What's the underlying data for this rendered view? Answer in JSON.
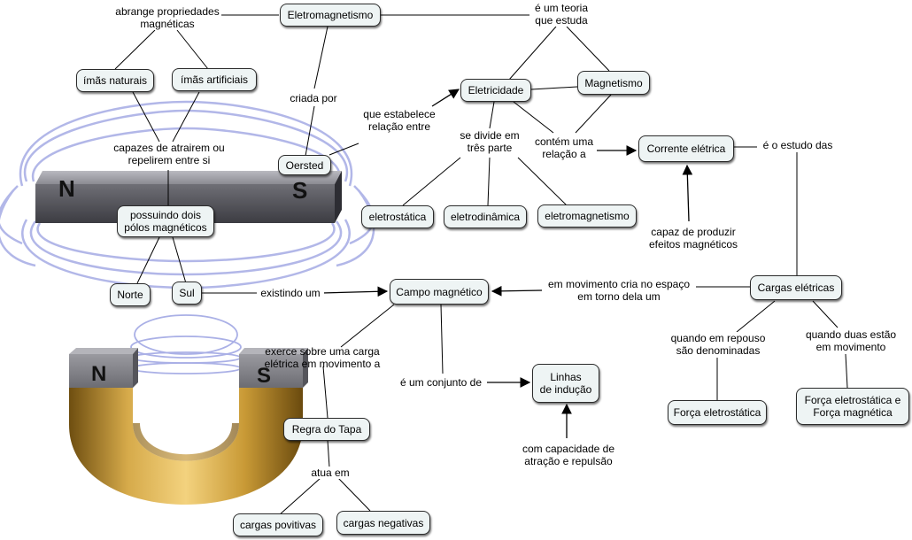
{
  "colors": {
    "node_fill": "#eef4f4",
    "node_border": "#2b2b2b",
    "line": "#000000",
    "field_line": "#aab0e6"
  },
  "images": {
    "bar_magnet": {
      "north_label": "N",
      "south_label": "S",
      "icon": "bar-magnet-icon"
    },
    "horseshoe_magnet": {
      "north_label": "N",
      "south_label": "S",
      "icon": "horseshoe-magnet-icon"
    }
  },
  "nodes": {
    "eletromagnetismo": "Eletromagnetismo",
    "imas_naturais": "ímãs naturais",
    "imas_artificiais": "ímãs artificiais",
    "eletricidade": "Eletricidade",
    "magnetismo": "Magnetismo",
    "oersted": "Oersted",
    "corrente_eletrica": "Corrente elétrica",
    "polos": "possuindo dois\npólos magnéticos",
    "eletrostatica": "eletrostática",
    "eletrodinamica": "eletrodinâmica",
    "eletromagnetismo_lower": "eletromagnetismo",
    "norte": "Norte",
    "sul": "Sul",
    "campo_magnetico": "Campo magnético",
    "cargas_eletricas": "Cargas elétricas",
    "linhas_inducao": "Linhas\nde indução",
    "regra_tapa": "Regra do Tapa",
    "forca_eletrostatica": "Força eletrostática",
    "forca_eletro_magnetica": "Força eletrostática e\nForça magnética",
    "cargas_positivas": "cargas povitivas",
    "cargas_negativas": "cargas negativas"
  },
  "links": {
    "abrange": "abrange propriedades\nmagnéticas",
    "teoria": "é um teoria\nque estuda",
    "criada_por": "criada por",
    "estabelece": "que estabelece\nrelação entre",
    "capazes": "capazes de atrairem ou\nrepelirem entre si",
    "divide": "se divide em\ntrês parte",
    "contem": "contém uma\nrelação a",
    "estudo": "é o estudo das",
    "produzir": "capaz de produzir\nefeitos magnéticos",
    "existindo": "existindo um",
    "movimento_cria": "em movimento cria no espaço\nem torno dela um",
    "exerce": "exerce sobre uma carga\nelétrica em movimento a",
    "conjunto": "é um conjunto de",
    "repouso": "quando em repouso\nsão denominadas",
    "duas": "quando duas estão\nem movimento",
    "atracao": "com capacidade de\natração e repulsão",
    "atua": "atua em"
  }
}
